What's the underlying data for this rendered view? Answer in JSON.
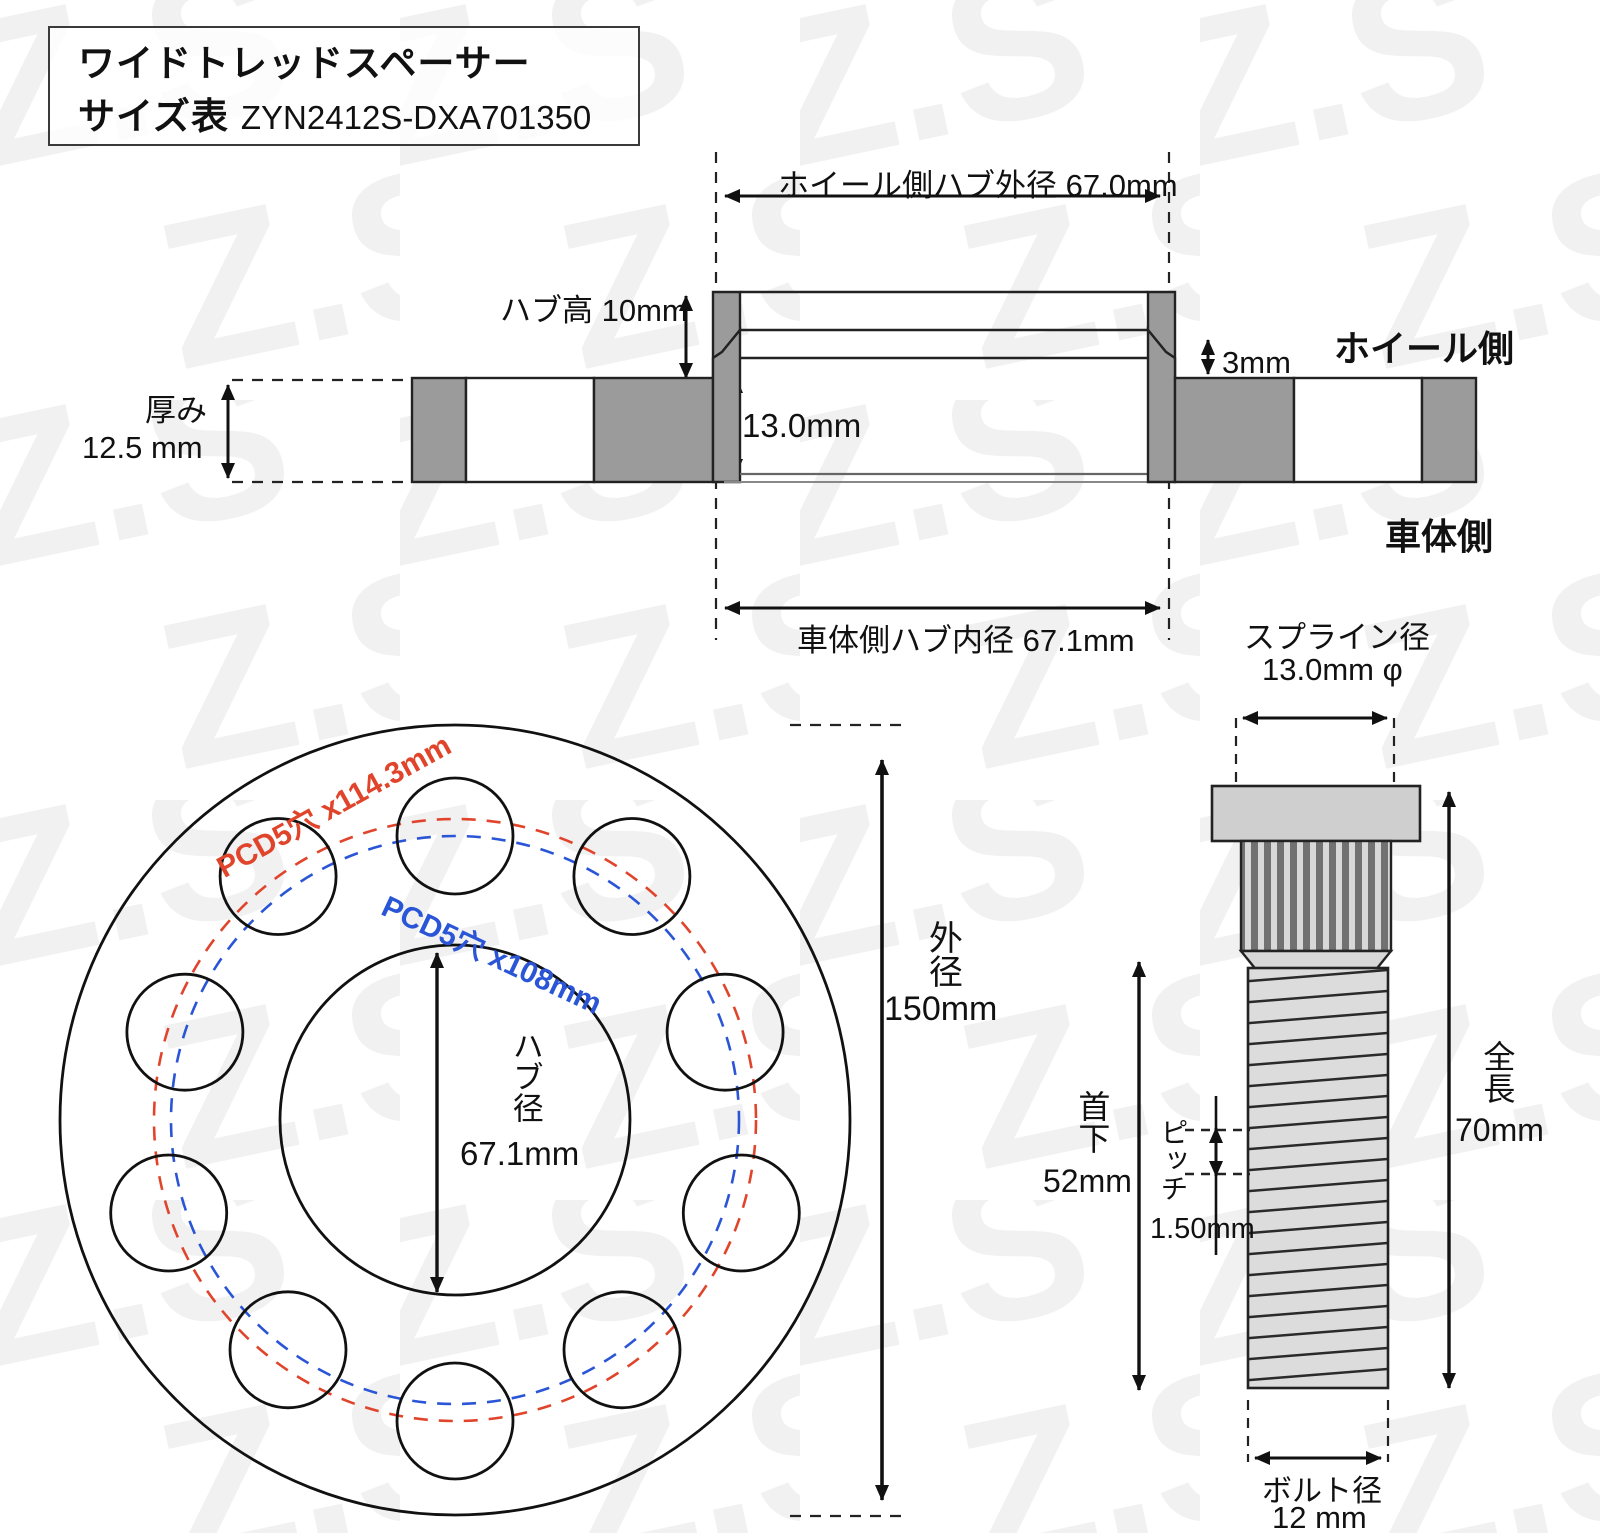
{
  "document": {
    "title_line1": "ワイドトレッドスペーサー",
    "title_line2_jp": "サイズ表",
    "product_code": "ZYN2412S-DXA701350"
  },
  "colors": {
    "pcd_outer": "#e0452c",
    "pcd_inner": "#2a55d6",
    "line": "#1a1a1a",
    "metal_fill": "#9b9b9b",
    "metal_light": "#d4d4d4",
    "watermark": "#f0f0f0"
  },
  "cross_section": {
    "wheel_hub_outer_diameter": "ホイール側ハブ外径 67.0mm",
    "hub_height": "ハブ高 10mm",
    "hub_step_depth": "13.0mm",
    "thickness_label": "厚み",
    "thickness_value": "12.5 mm",
    "chamfer": "3mm",
    "wheel_side": "ホイール側",
    "body_side": "車体側",
    "body_hub_inner_diameter": "車体側ハブ内径 67.1mm"
  },
  "face_view": {
    "pcd_outer_label": "PCD5穴 x114.3mm",
    "pcd_inner_label": "PCD5穴 x108mm",
    "hub_diameter_label": "ハブ径",
    "hub_diameter_value": "67.1mm",
    "outer_diameter_label": "外径",
    "outer_diameter_value": "150mm",
    "bolt_hole_count": 10,
    "pcd_outer_mm": 114.3,
    "pcd_inner_mm": 108,
    "outer_diameter_mm": 150,
    "hub_diameter_mm": 67.1
  },
  "bolt": {
    "spline_diameter_label": "スプライン径",
    "spline_diameter_value": "13.0mm φ",
    "overall_length_label": "全長",
    "overall_length_value": "70mm",
    "under_head_label": "首下",
    "under_head_value": "52mm",
    "pitch_label": "ピッチ",
    "pitch_value": "1.50mm",
    "bolt_diameter_label": "ボルト径",
    "bolt_diameter_value": "12 mm"
  }
}
